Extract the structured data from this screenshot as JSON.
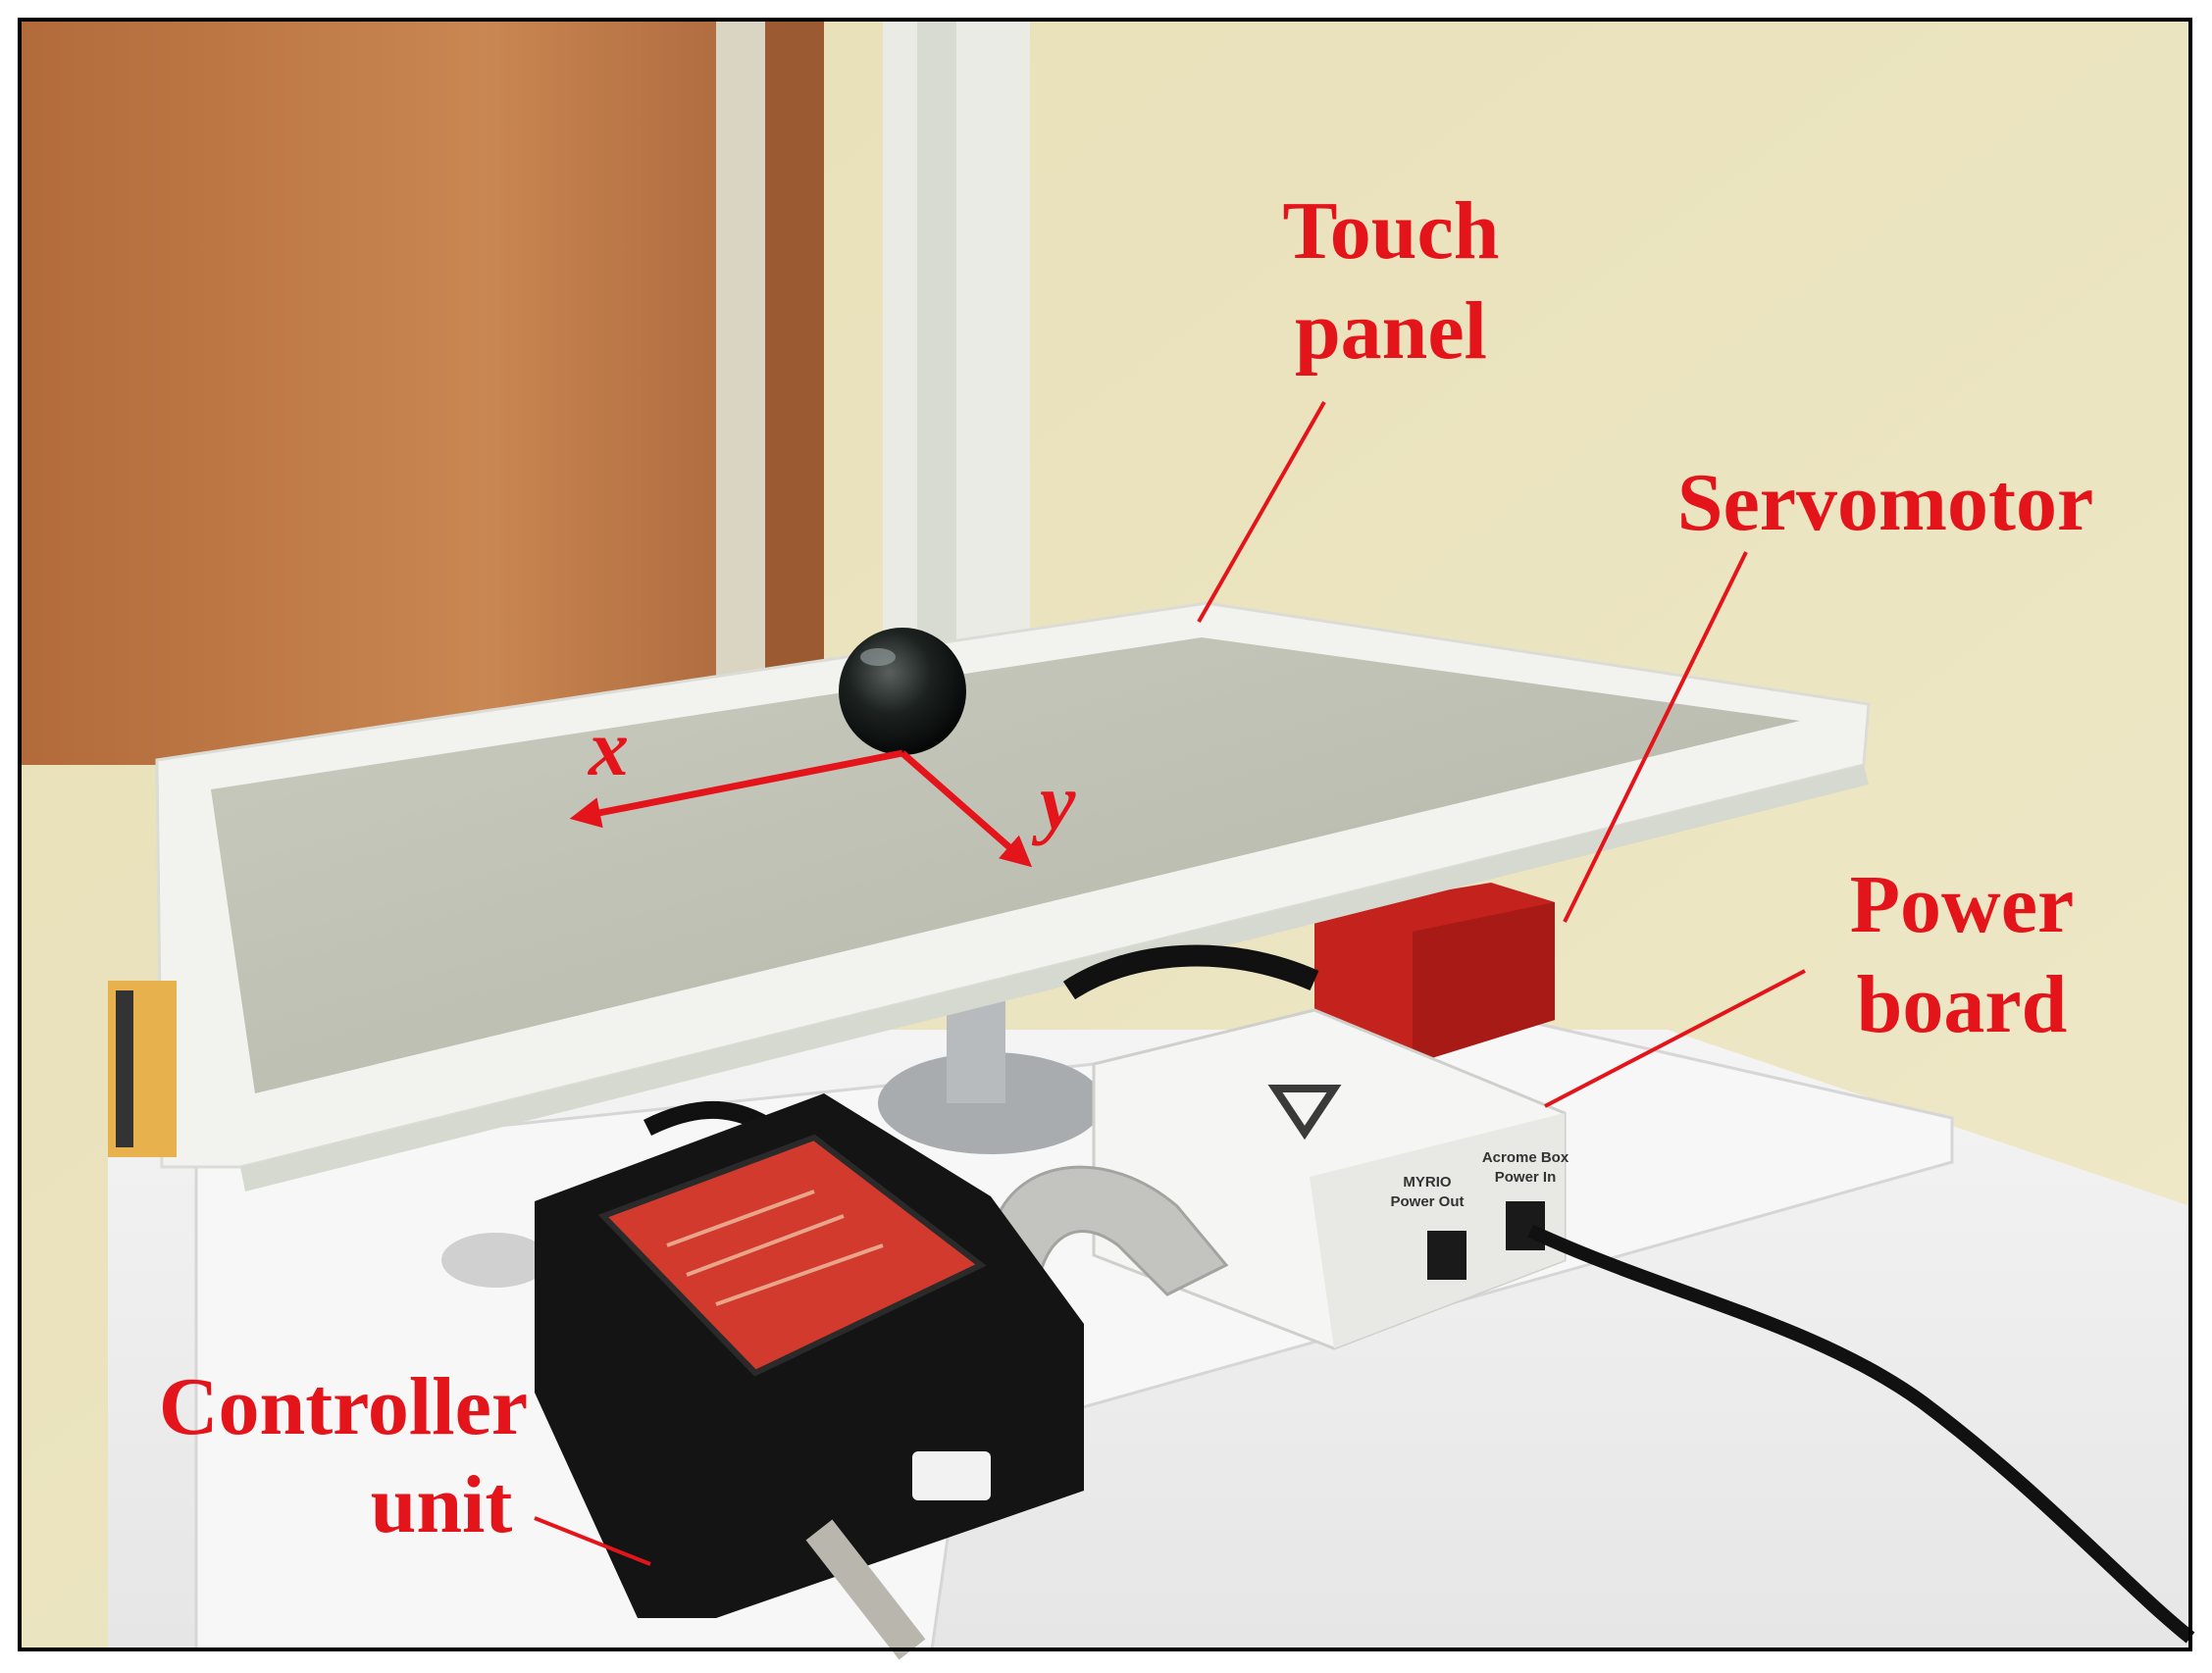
{
  "labels": {
    "touch_panel": [
      "Touch",
      "panel"
    ],
    "servomotor": "Servomotor",
    "power_board": [
      "Power",
      "board"
    ],
    "controller_unit": [
      "Controller",
      "unit"
    ],
    "axis_x": "x",
    "axis_y": "y"
  },
  "device_text": {
    "myrio_power_out": [
      "MYRIO",
      "Power Out"
    ],
    "acrome_box_power_in": [
      "Acrome Box",
      "Power In"
    ]
  },
  "colors": {
    "annotation": "#e4141b",
    "frame_border": "#000000"
  }
}
